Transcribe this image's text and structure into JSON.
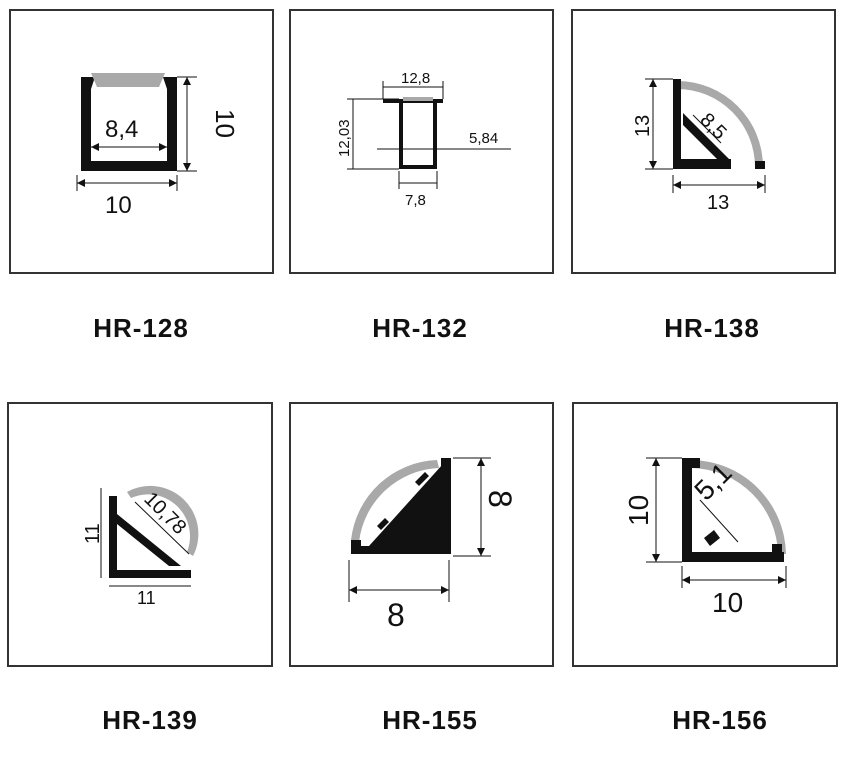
{
  "profiles": [
    {
      "model": "HR-128",
      "dims": {
        "inner": "8,4",
        "height": "10",
        "width": "10"
      }
    },
    {
      "model": "HR-132",
      "dims": {
        "top": "12,8",
        "height": "12,03",
        "depth": "5,84",
        "bottom": "7,8"
      }
    },
    {
      "model": "HR-138",
      "dims": {
        "height": "13",
        "diag": "8,5",
        "width": "13"
      }
    },
    {
      "model": "HR-139",
      "dims": {
        "height": "11",
        "diag": "10,78",
        "width": "11"
      }
    },
    {
      "model": "HR-155",
      "dims": {
        "height": "8",
        "width": "8"
      }
    },
    {
      "model": "HR-156",
      "dims": {
        "height": "10",
        "diag": "5,1",
        "width": "10"
      }
    }
  ],
  "colors": {
    "profile": "#111111",
    "diffuser": "#a9a9a9",
    "border": "#333333"
  }
}
